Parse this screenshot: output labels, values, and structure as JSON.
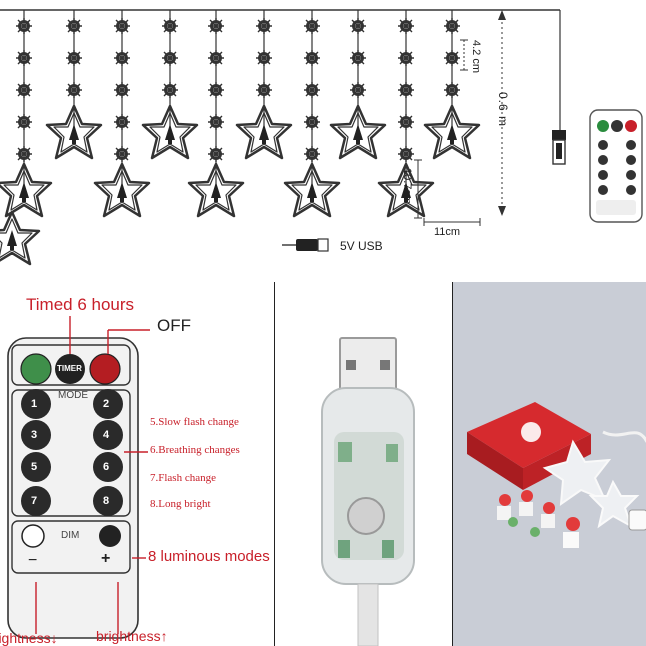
{
  "dimensions": {
    "height_total": "0.6 m",
    "spacing_vertical": "4.2 cm",
    "star_height": "10.7cm",
    "star_width": "11cm",
    "power": "5V USB"
  },
  "remote_diagram": {
    "timer_label": "Timed 6 hours",
    "off_label": "OFF",
    "timer_button": "TIMER",
    "mode_label": "MODE",
    "dim_label": "DIM",
    "minus": "−",
    "plus": "+",
    "mode_buttons": [
      "1",
      "2",
      "3",
      "4",
      "5",
      "6",
      "7",
      "8"
    ],
    "modes": [
      "5.Slow flash change",
      "6.Breathing changes",
      "7.Flash change",
      "8.Long bright"
    ],
    "luminous_modes": "8 luminous modes",
    "brightness_down": "brightness↓",
    "brightness_up": "brightness↑"
  },
  "colors": {
    "accent_red": "#c8202a",
    "photo_bg": "#c9cdd6"
  }
}
